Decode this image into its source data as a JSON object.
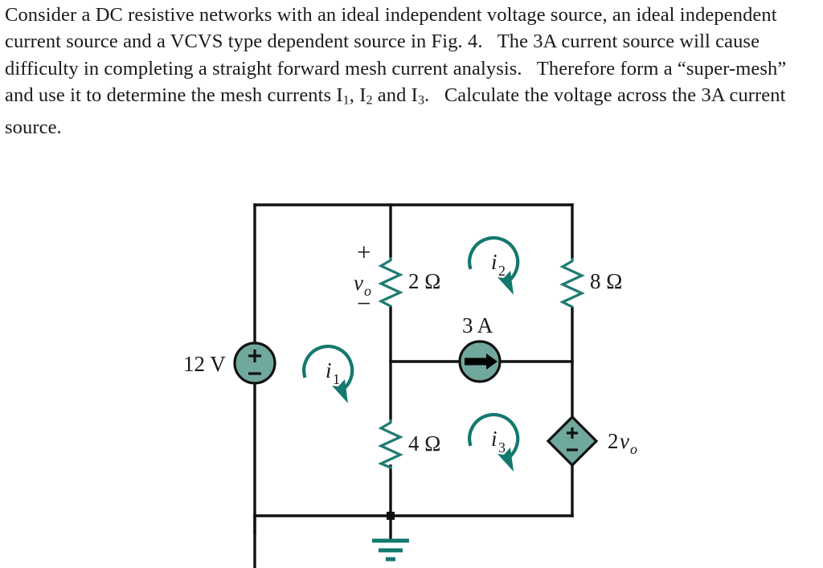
{
  "problem": {
    "paragraph_parts": [
      "Consider a DC resistive networks with an ideal independent voltage source, an ideal independent current source and a VCVS type dependent source in Fig. 4.  The 3A current source will cause difficulty in completing a straight forward mesh current analysis.  Therefore form a “super-mesh” and use it to determine the mesh currents I",
      "1",
      ", I",
      "2",
      " and I",
      "3",
      ".  Calculate the voltage across the 3A current source."
    ],
    "full_text": "Consider a DC resistive networks with an ideal independent voltage source, an ideal independent current source and a VCVS type dependent source in Fig. 4. The 3A current source will cause difficulty in completing a straight forward mesh current analysis. Therefore form a “super-mesh” and use it to determine the mesh currents I1, I2 and I3. Calculate the voltage across the 3A current source."
  },
  "circuit": {
    "figure_name": "Fig. 4",
    "colors": {
      "wire": "#111111",
      "component_teal": "#1f7a72",
      "source_fill": "#71a89d",
      "arrow_teal": "#13786e",
      "ground": "#13786e"
    },
    "voltage_source": {
      "label": "12 V",
      "plus": "+",
      "minus": "−",
      "type": "independent-voltage-source"
    },
    "current_source": {
      "label": "3 A",
      "type": "independent-current-source",
      "direction": "right"
    },
    "dependent_source": {
      "label_coeff": "2",
      "label_var": "v",
      "label_sub": "o",
      "plus": "+",
      "minus": "−",
      "type": "VCVS"
    },
    "resistors": [
      {
        "label": "2 Ω",
        "name": "resistor-2-ohm"
      },
      {
        "label": "8 Ω",
        "name": "resistor-8-ohm"
      },
      {
        "label": "4 Ω",
        "name": "resistor-4-ohm"
      }
    ],
    "node_voltage": {
      "var": "v",
      "sub": "o",
      "plus": "+",
      "minus": "−"
    },
    "mesh_currents": [
      {
        "var": "i",
        "sub": "1",
        "name": "mesh-current-i1",
        "direction": "clockwise"
      },
      {
        "var": "i",
        "sub": "2",
        "name": "mesh-current-i2",
        "direction": "clockwise"
      },
      {
        "var": "i",
        "sub": "3",
        "name": "mesh-current-i3",
        "direction": "clockwise"
      }
    ],
    "ground": {
      "name": "ground-symbol"
    }
  }
}
